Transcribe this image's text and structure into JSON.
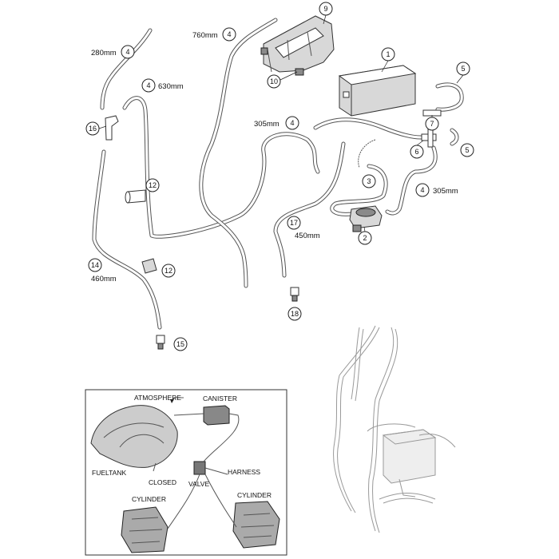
{
  "callouts": {
    "c1": "1",
    "c2": "2",
    "c3": "3",
    "c4a": "4",
    "c4b": "4",
    "c4c": "4",
    "c4d": "4",
    "c4e": "4",
    "c5a": "5",
    "c5b": "5",
    "c6": "6",
    "c7": "7",
    "c9": "9",
    "c10": "10",
    "c12a": "12",
    "c12b": "12",
    "c14": "14",
    "c15": "15",
    "c16": "16",
    "c17": "17",
    "c18": "18"
  },
  "lengths": {
    "l280": "280mm",
    "l760": "760mm",
    "l630": "630mm",
    "l305a": "305mm",
    "l305b": "305mm",
    "l450": "450mm",
    "l460": "460mm"
  },
  "inset": {
    "atmosphere": "ATMOSPHERE",
    "canister": "CANISTER",
    "fueltank": "FUELTANK",
    "closed": "CLOSED",
    "valve": "VALVE",
    "harness": "HARNESS",
    "cylinder_left": "CYLINDER",
    "cylinder_right": "CYLINDER"
  },
  "colors": {
    "line": "#333333",
    "hose": "#555555",
    "part_fill": "#d8d8d8",
    "background": "#ffffff"
  }
}
